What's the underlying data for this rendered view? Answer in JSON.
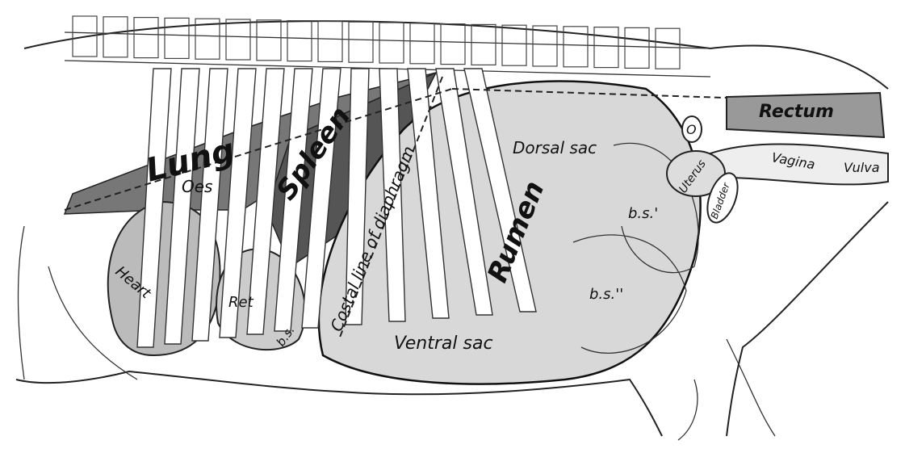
{
  "title": "Topography of the bovine abdominal viscera (left side)",
  "labels": {
    "lung": "Lung",
    "spleen": "Spleen",
    "oes": "Oes",
    "heart": "Heart",
    "ret": "Ret",
    "bs": "b.s.",
    "costal_line": "Costal line of diaphragm",
    "rumen": "Rumen",
    "dorsal_sac": "Dorsal sac",
    "ventral_sac": "Ventral sac",
    "bs_prime": "b.s.'",
    "bs_double_prime": "b.s.''",
    "ovary": "O",
    "uterus": "Uterus",
    "bladder": "Bladder",
    "rectum": "Rectum",
    "vagina": "Vagina",
    "vulva": "Vulva"
  }
}
